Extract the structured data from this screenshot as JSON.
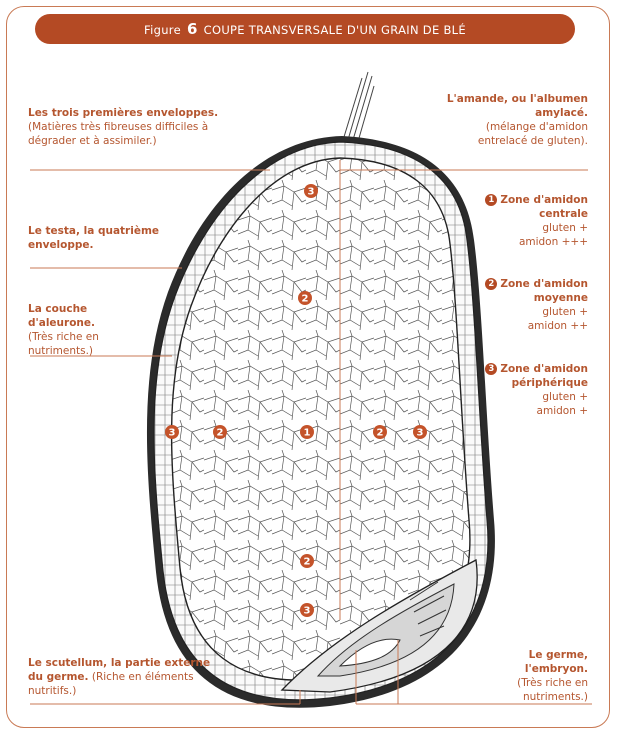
{
  "figure": {
    "prefix": "Figure",
    "number": "6",
    "title": "COUPE TRANSVERSALE D'UN GRAIN DE BLÉ"
  },
  "labels_left": {
    "enveloppes_title": "Les trois premières enveloppes.",
    "enveloppes_desc": "(Matières très fibreuses difficiles à dégrader et à assimiler.)",
    "testa_title": "Le testa, la quatrième enveloppe.",
    "aleurone_title": "La couche d'aleurone.",
    "aleurone_desc": "(Très riche en nutriments.)",
    "scutellum_title": "Le scutellum, la partie externe du germe.",
    "scutellum_desc": "(Riche en éléments nutritifs.)"
  },
  "labels_right": {
    "amande_title": "L'amande, ou l'albumen amylacé.",
    "amande_desc": "(mélange d'amidon entrelacé de gluten).",
    "zone1_num": "1",
    "zone1_title": "Zone d'amidon centrale",
    "zone1_gluten": "gluten +",
    "zone1_amidon": "amidon +++",
    "zone2_num": "2",
    "zone2_title": "Zone d'amidon moyenne",
    "zone2_gluten": "gluten +",
    "zone2_amidon": "amidon ++",
    "zone3_num": "3",
    "zone3_title": "Zone d'amidon périphérique",
    "zone3_gluten": "gluten +",
    "zone3_amidon": "amidon +",
    "germe_title": "Le germe, l'embryon.",
    "germe_desc": "(Très riche en nutriments.)"
  },
  "markers": [
    "3",
    "2",
    "3",
    "2",
    "1",
    "2",
    "3",
    "2",
    "3"
  ],
  "colors": {
    "accent": "#b44a24",
    "text": "#b5562f",
    "ink": "#333333"
  }
}
